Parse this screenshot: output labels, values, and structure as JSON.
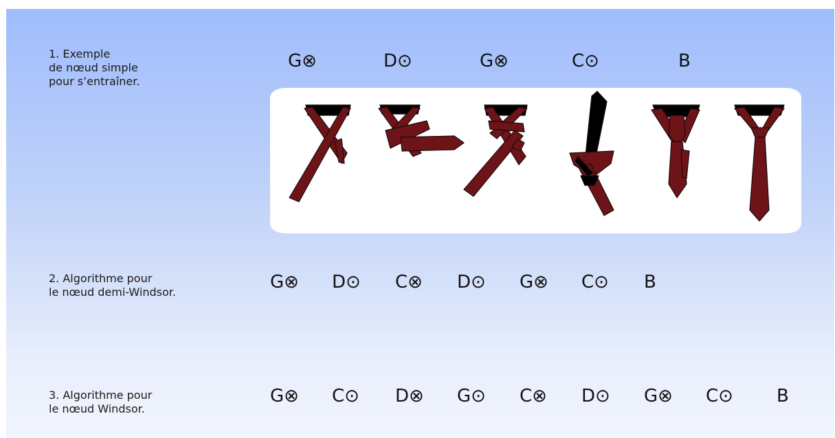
{
  "sections": [
    {
      "label": "1. Exemple\nde nœud simple\npour s’entraîner.",
      "steps": [
        "G⊗",
        "D⊙",
        "G⊗",
        "C⊙",
        "B"
      ]
    },
    {
      "label": "2. Algorithme pour\nle nœud demi-Windsor.",
      "steps": [
        "G⊗",
        "D⊙",
        "C⊗",
        "D⊙",
        "G⊗",
        "C⊙",
        "B"
      ]
    },
    {
      "label": "3. Algorithme pour\nle nœud Windsor.",
      "steps": [
        "G⊗",
        "C⊙",
        "D⊗",
        "G⊙",
        "C⊗",
        "D⊙",
        "G⊗",
        "C⊙",
        "B"
      ]
    }
  ],
  "colors": {
    "tie": "#6e1419",
    "tie_outline": "#1a0a0a",
    "collar": "#000000",
    "background_top": "#9fbcfc",
    "background_bottom": "#f2f5fd"
  }
}
